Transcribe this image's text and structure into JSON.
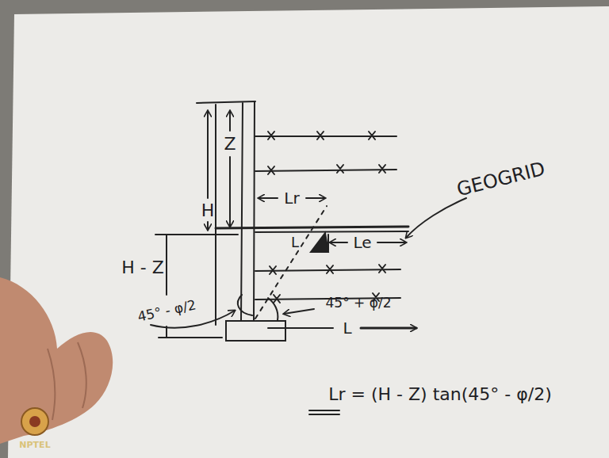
{
  "diagram": {
    "labels": [
      "Z",
      "H",
      "Lr",
      "L",
      "Le",
      "GEOGRID",
      "H - Z",
      "45° - φ/2",
      "45° + φ/2",
      "L",
      "Lr = (H - Z) tan(45° - φ/2)",
      "NPTEL"
    ]
  }
}
